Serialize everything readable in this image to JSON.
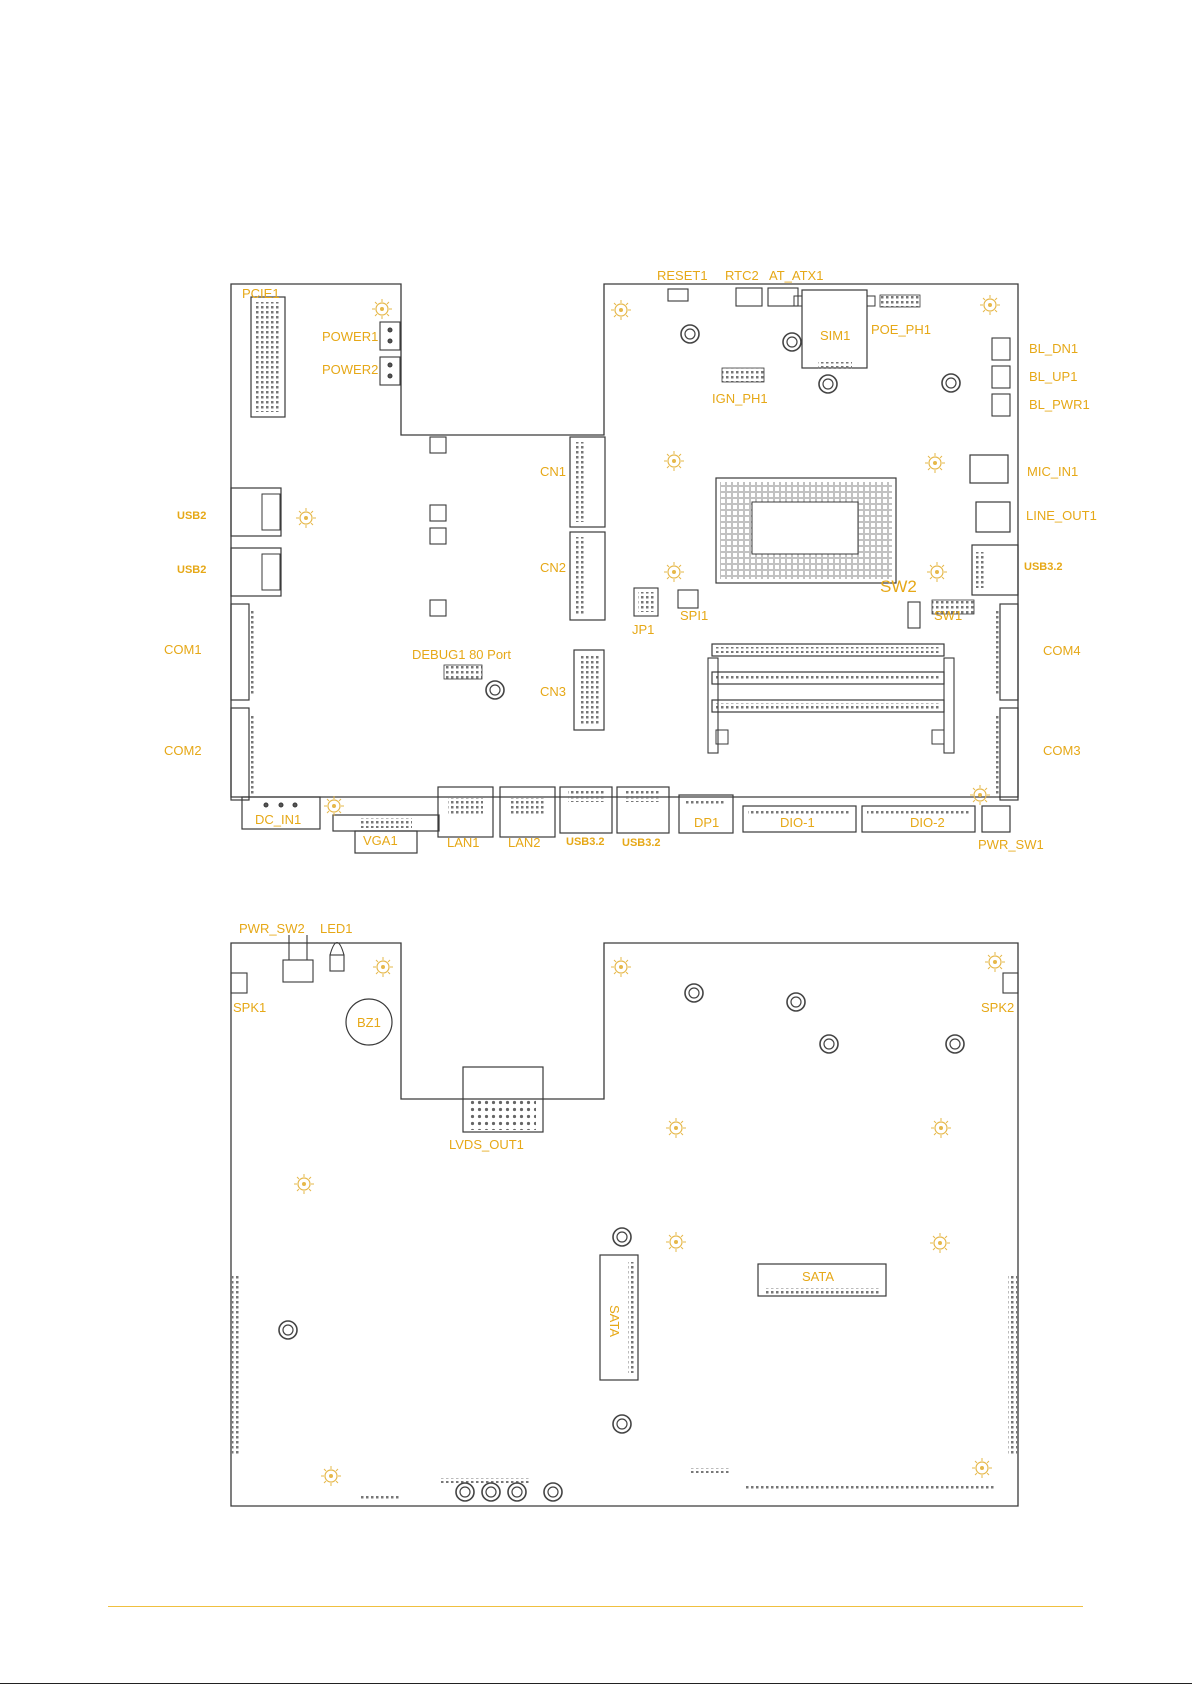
{
  "colors": {
    "label": "#e6a817",
    "outline": "#3a3a3a",
    "component": "#555555",
    "footer_line": "#f0c040"
  },
  "top_board": {
    "labels": {
      "pcie1": "PCIE1",
      "power1": "POWER1",
      "power2": "POWER2",
      "usb2_a": "USB2",
      "usb2_b": "USB2",
      "com1": "COM1",
      "com2": "COM2",
      "dc_in1": "DC_IN1",
      "vga1": "VGA1",
      "lan1": "LAN1",
      "lan2": "LAN2",
      "usb32_a": "USB3.2",
      "usb32_b": "USB3.2",
      "dp1": "DP1",
      "dio1": "DIO-1",
      "dio2": "DIO-2",
      "pwr_sw1": "PWR_SW1",
      "reset1": "RESET1",
      "rtc2": "RTC2",
      "at_atx1": "AT_ATX1",
      "sim1": "SIM1",
      "poe_ph1": "POE_PH1",
      "ign_ph1": "IGN_PH1",
      "bl_dn1": "BL_DN1",
      "bl_up1": "BL_UP1",
      "bl_pwr1": "BL_PWR1",
      "mic_in1": "MIC_IN1",
      "line_out1": "LINE_OUT1",
      "usb32_c": "USB3.2",
      "sw2": "SW2",
      "sw1": "SW1",
      "com4": "COM4",
      "com3": "COM3",
      "cn1": "CN1",
      "cn2": "CN2",
      "cn3": "CN3",
      "jp1": "JP1",
      "spi1": "SPI1",
      "debug1": "DEBUG1 80 Port"
    }
  },
  "bottom_board": {
    "labels": {
      "pwr_sw2": "PWR_SW2",
      "led1": "LED1",
      "spk1": "SPK1",
      "spk2": "SPK2",
      "bz1": "BZ1",
      "lvds_out1": "LVDS_OUT1",
      "sata_h": "SATA",
      "sata_v": "SATA"
    }
  }
}
